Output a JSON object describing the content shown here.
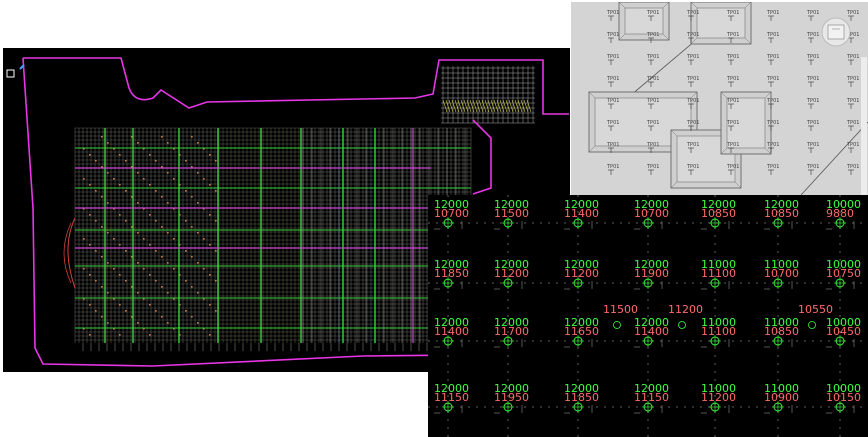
{
  "colors": {
    "cad_background": "#000000",
    "boundary": "#e636e6",
    "grid_white": "#d8d8d8",
    "grid_green": "#3dd33d",
    "grid_magenta": "#d04ad0",
    "pile_elevation_top": "#3dff3d",
    "pile_elevation_bottom": "#ff6b6b",
    "panel_3d_bg": "#d4d4d4"
  },
  "icons": {
    "cursor": "crosshair-cursor-icon",
    "nav_cube": "view-cube-icon"
  },
  "zoom_panel": {
    "rows": [
      {
        "cells": [
          {
            "top": "12000",
            "bottom": "10700"
          },
          {
            "top": "12000",
            "bottom": "11500"
          },
          {
            "top": "12000",
            "bottom": "11400"
          },
          {
            "top": "12000",
            "bottom": "10700"
          },
          {
            "top": "12000",
            "bottom": "10850"
          },
          {
            "top": "12000",
            "bottom": "10850"
          },
          {
            "top": "10000",
            "bottom": "9880"
          }
        ]
      },
      {
        "cells": [
          {
            "top": "12000",
            "bottom": "11850"
          },
          {
            "top": "12000",
            "bottom": "11200"
          },
          {
            "top": "12000",
            "bottom": "11200"
          },
          {
            "top": "12000",
            "bottom": "11900"
          },
          {
            "top": "11000",
            "bottom": "11100"
          },
          {
            "top": "11000",
            "bottom": "10700"
          },
          {
            "top": "10000",
            "bottom": "10750"
          }
        ]
      },
      {
        "cells": [
          {
            "top": "12000",
            "bottom": "11400"
          },
          {
            "top": "12000",
            "bottom": "11700"
          },
          {
            "top": "12000",
            "bottom": "11650"
          },
          {
            "top": "12000",
            "bottom": "11400"
          },
          {
            "top": "11000",
            "bottom": "11100"
          },
          {
            "top": "11000",
            "bottom": "10850"
          },
          {
            "top": "10000",
            "bottom": "10450"
          }
        ]
      },
      {
        "cells": [
          {
            "top": "12000",
            "bottom": "11150"
          },
          {
            "top": "12000",
            "bottom": "11950"
          },
          {
            "top": "12000",
            "bottom": "11850"
          },
          {
            "top": "12000",
            "bottom": "11150"
          },
          {
            "top": "11000",
            "bottom": "11200"
          },
          {
            "top": "11000",
            "bottom": "10900"
          },
          {
            "top": "10000",
            "bottom": "10150"
          }
        ]
      }
    ],
    "middle_values": [
      "11500",
      "11200",
      "10550"
    ]
  },
  "panel_3d": {
    "pile_tag": "TP01"
  }
}
